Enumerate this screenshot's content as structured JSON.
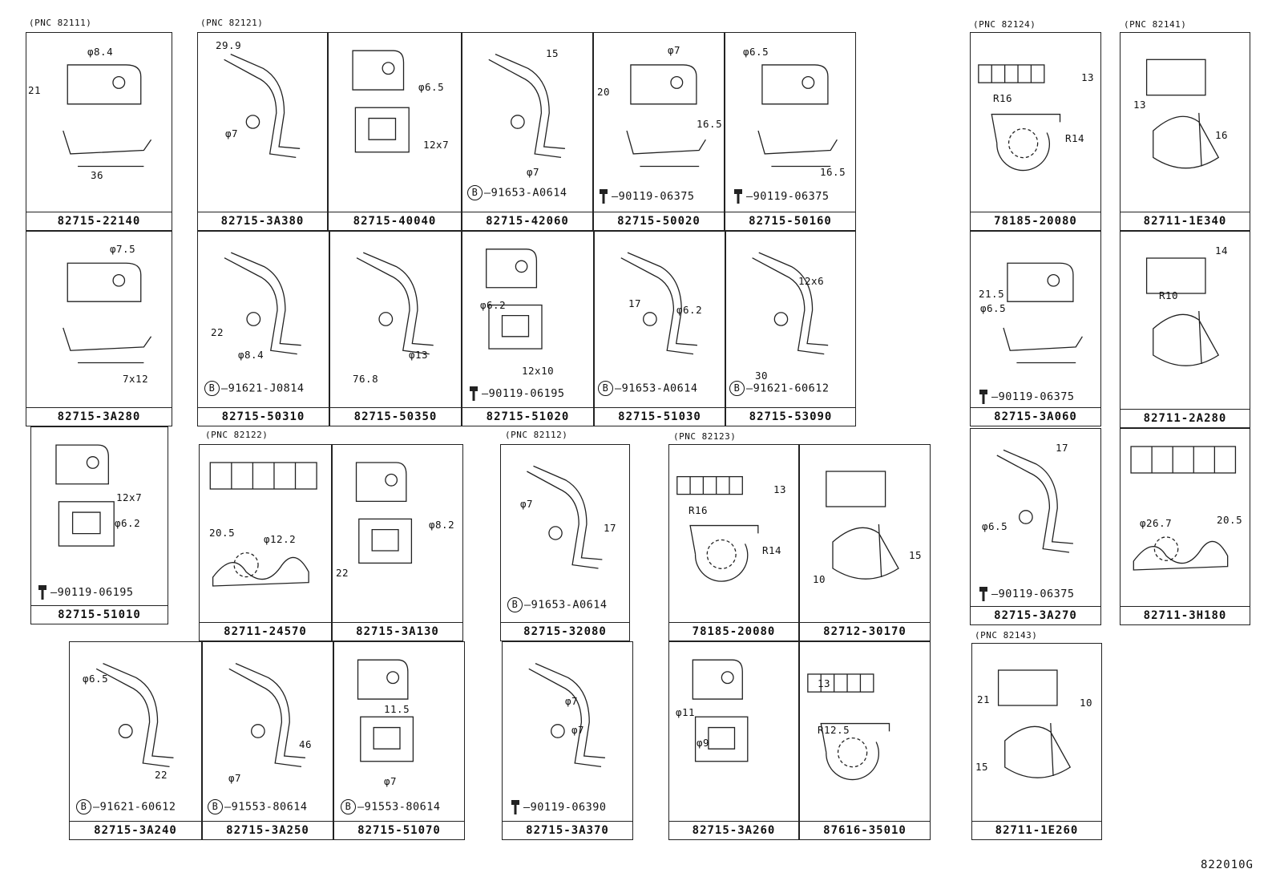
{
  "groups": [
    {
      "id": "pnc-82111",
      "label": "(PNC 82111)"
    },
    {
      "id": "pnc-82121",
      "label": "(PNC 82121)"
    },
    {
      "id": "pnc-82124",
      "label": "(PNC 82124)"
    },
    {
      "id": "pnc-82141",
      "label": "(PNC 82141)"
    },
    {
      "id": "pnc-82122",
      "label": "(PNC 82122)"
    },
    {
      "id": "pnc-82112",
      "label": "(PNC 82112)"
    },
    {
      "id": "pnc-82123",
      "label": "(PNC 82123)"
    },
    {
      "id": "pnc-82143",
      "label": "(PNC 82143)"
    }
  ],
  "parts": [
    {
      "id": "p1",
      "part": "82715-22140",
      "dims": [
        "φ8.4",
        "21",
        "36"
      ],
      "bolt": ""
    },
    {
      "id": "p2",
      "part": "82715-3A380",
      "dims": [
        "29.9",
        "φ7"
      ],
      "bolt": ""
    },
    {
      "id": "p3",
      "part": "82715-40040",
      "dims": [
        "φ6.5",
        "12x7"
      ],
      "bolt": ""
    },
    {
      "id": "p4",
      "part": "82715-42060",
      "dims": [
        "15",
        "φ7"
      ],
      "bolt": "91653-A0614",
      "bolt_b": true
    },
    {
      "id": "p5",
      "part": "82715-50020",
      "dims": [
        "φ7",
        "20",
        "16.5"
      ],
      "bolt": "90119-06375",
      "bolt_b": false
    },
    {
      "id": "p6",
      "part": "82715-50160",
      "dims": [
        "φ6.5",
        "16.5"
      ],
      "bolt": "90119-06375",
      "bolt_b": false
    },
    {
      "id": "p7",
      "part": "78185-20080",
      "dims": [
        "13",
        "R16",
        "R14"
      ],
      "bolt": ""
    },
    {
      "id": "p8",
      "part": "82711-1E340",
      "dims": [
        "13",
        "16"
      ],
      "bolt": ""
    },
    {
      "id": "p9",
      "part": "82715-3A280",
      "dims": [
        "φ7.5",
        "7x12"
      ],
      "bolt": ""
    },
    {
      "id": "p10",
      "part": "82715-50310",
      "dims": [
        "22",
        "φ8.4"
      ],
      "bolt": "91621-J0814",
      "bolt_b": true
    },
    {
      "id": "p11",
      "part": "82715-50350",
      "dims": [
        "φ13",
        "76.8"
      ],
      "bolt": ""
    },
    {
      "id": "p12",
      "part": "82715-51020",
      "dims": [
        "φ6.2",
        "12x10"
      ],
      "bolt": "90119-06195",
      "bolt_b": false
    },
    {
      "id": "p13",
      "part": "82715-51030",
      "dims": [
        "17",
        "φ6.2"
      ],
      "bolt": "91653-A0614",
      "bolt_b": true
    },
    {
      "id": "p14",
      "part": "82715-53090",
      "dims": [
        "12x6",
        "30"
      ],
      "bolt": "91621-60612",
      "bolt_b": true
    },
    {
      "id": "p15",
      "part": "82715-3A060",
      "dims": [
        "21.5",
        "φ6.5"
      ],
      "bolt": "90119-06375",
      "bolt_b": false
    },
    {
      "id": "p16",
      "part": "82711-2A280",
      "dims": [
        "14",
        "R10"
      ],
      "bolt": ""
    },
    {
      "id": "p17",
      "part": "82715-51010",
      "dims": [
        "12x7",
        "φ6.2"
      ],
      "bolt": "90119-06195",
      "bolt_b": false
    },
    {
      "id": "p18",
      "part": "82711-24570",
      "dims": [
        "20.5",
        "φ12.2"
      ],
      "bolt": ""
    },
    {
      "id": "p19",
      "part": "82715-3A130",
      "dims": [
        "φ8.2",
        "22"
      ],
      "bolt": ""
    },
    {
      "id": "p20",
      "part": "82715-32080",
      "dims": [
        "φ7",
        "17"
      ],
      "bolt": "91653-A0614",
      "bolt_b": true
    },
    {
      "id": "p21",
      "part": "78185-20080",
      "dims": [
        "13",
        "R16",
        "R14"
      ],
      "bolt": ""
    },
    {
      "id": "p22",
      "part": "82712-30170",
      "dims": [
        "15",
        "10"
      ],
      "bolt": ""
    },
    {
      "id": "p23",
      "part": "82715-3A270",
      "dims": [
        "17",
        "φ6.5"
      ],
      "bolt": "90119-06375",
      "bolt_b": false
    },
    {
      "id": "p24",
      "part": "82711-3H180",
      "dims": [
        "φ26.7",
        "20.5"
      ],
      "bolt": ""
    },
    {
      "id": "p25",
      "part": "82715-3A240",
      "dims": [
        "φ6.5",
        "22"
      ],
      "bolt": "91621-60612",
      "bolt_b": true
    },
    {
      "id": "p26",
      "part": "82715-3A250",
      "dims": [
        "46",
        "φ7"
      ],
      "bolt": "91553-80614",
      "bolt_b": true
    },
    {
      "id": "p27",
      "part": "82715-51070",
      "dims": [
        "11.5",
        "φ7"
      ],
      "bolt": "91553-80614",
      "bolt_b": true
    },
    {
      "id": "p28",
      "part": "82715-3A370",
      "dims": [
        "φ7",
        "φ7"
      ],
      "bolt": "90119-06390",
      "bolt_b": false
    },
    {
      "id": "p29",
      "part": "82715-3A260",
      "dims": [
        "φ11",
        "φ9"
      ],
      "bolt": ""
    },
    {
      "id": "p30",
      "part": "87616-35010",
      "dims": [
        "13",
        "R12.5"
      ],
      "bolt": ""
    },
    {
      "id": "p31",
      "part": "82711-1E260",
      "dims": [
        "21",
        "10",
        "15"
      ],
      "bolt": ""
    }
  ],
  "bolt_marker": "B",
  "drawing_code": "822010G",
  "icons": {
    "bolt": "bolt-icon",
    "clamp": "clamp-icon",
    "bracket": "bracket-icon"
  }
}
